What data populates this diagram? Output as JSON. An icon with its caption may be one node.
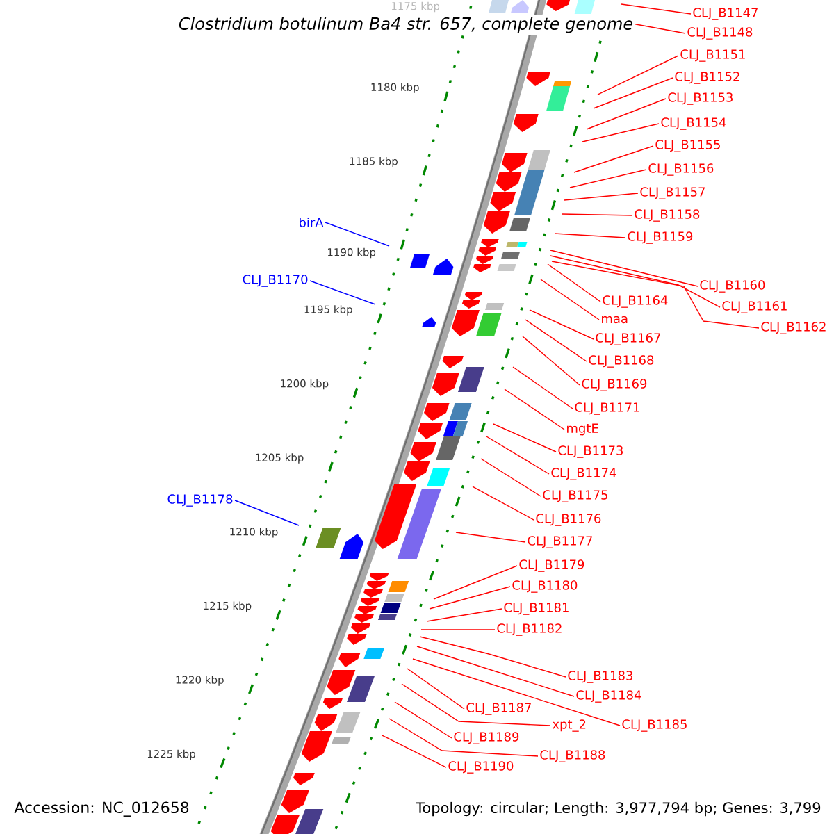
{
  "diagram": {
    "title": "Clostridium botulinum Ba4 str. 657, complete genome",
    "nodes": [
      {
        "text": [
          "CLJ_B1147"
        ]
      },
      {
        "text": [
          "CLJ_B1148"
        ]
      },
      {
        "text": [
          "CLJ_B1151"
        ]
      },
      {
        "text": [
          "CLJ_B1152"
        ]
      },
      {
        "text": [
          "CLJ_B1153"
        ]
      },
      {
        "text": [
          "CLJ_B1154"
        ]
      },
      {
        "text": [
          "CLJ_B1155"
        ]
      },
      {
        "text": [
          "CLJ_B1156"
        ]
      },
      {
        "text": [
          "CLJ_B1157"
        ]
      },
      {
        "text": [
          "CLJ_B1158"
        ]
      },
      {
        "text": [
          "CLJ_B1159"
        ]
      },
      {
        "text": [
          "birA"
        ]
      },
      {
        "text": [
          "CLJ_B1160"
        ]
      },
      {
        "text": [
          "CLJ_B1164"
        ]
      },
      {
        "text": [
          "CLJ_B1161"
        ]
      },
      {
        "text": [
          "CLJ_B1170"
        ]
      },
      {
        "text": [
          "maa"
        ]
      },
      {
        "text": [
          "CLJ_B1162"
        ]
      },
      {
        "text": [
          "CLJ_B1167"
        ]
      },
      {
        "text": [
          "CLJ_B1168"
        ]
      },
      {
        "text": [
          "CLJ_B1169"
        ]
      },
      {
        "text": [
          "CLJ_B1171"
        ]
      },
      {
        "text": [
          "mgtE"
        ]
      },
      {
        "text": [
          "CLJ_B1173"
        ]
      },
      {
        "text": [
          "CLJ_B1174"
        ]
      },
      {
        "text": [
          "CLJ_B1175"
        ]
      },
      {
        "text": [
          "CLJ_B1178"
        ]
      },
      {
        "text": [
          "CLJ_B1176"
        ]
      },
      {
        "text": [
          "CLJ_B1177"
        ]
      },
      {
        "text": [
          "CLJ_B1179"
        ]
      },
      {
        "text": [
          "CLJ_B1180"
        ]
      },
      {
        "text": [
          "CLJ_B1181"
        ]
      },
      {
        "text": [
          "CLJ_B1182"
        ]
      },
      {
        "text": [
          "CLJ_B1183"
        ]
      },
      {
        "text": [
          "CLJ_B1184"
        ]
      },
      {
        "text": [
          "CLJ_B1187"
        ]
      },
      {
        "text": [
          "xpt_2"
        ]
      },
      {
        "text": [
          "CLJ_B1185"
        ]
      },
      {
        "text": [
          "CLJ_B1188"
        ]
      },
      {
        "text": [
          "CLJ_B1189"
        ]
      },
      {
        "text": [
          "CLJ_B1190"
        ]
      }
    ],
    "edges": [
      {
        "from": 0,
        "to": null,
        "arrow": "none"
      },
      {
        "from": 1,
        "to": null,
        "arrow": "none"
      },
      {
        "from": 2,
        "to": null,
        "arrow": "none"
      },
      {
        "from": 3,
        "to": null,
        "arrow": "none"
      },
      {
        "from": 4,
        "to": null,
        "arrow": "none"
      },
      {
        "from": 5,
        "to": null,
        "arrow": "none"
      },
      {
        "from": 6,
        "to": null,
        "arrow": "none"
      },
      {
        "from": 7,
        "to": null,
        "arrow": "none"
      },
      {
        "from": 8,
        "to": null,
        "arrow": "none"
      },
      {
        "from": 9,
        "to": null,
        "arrow": "none"
      },
      {
        "from": 10,
        "to": null,
        "arrow": "none"
      },
      {
        "from": 11,
        "to": null,
        "arrow": "none",
        "color": "#0000ff"
      },
      {
        "from": 12,
        "to": null,
        "arrow": "none"
      },
      {
        "from": 13,
        "to": null,
        "arrow": "none"
      },
      {
        "from": 14,
        "to": null,
        "arrow": "none"
      },
      {
        "from": 15,
        "to": null,
        "arrow": "none",
        "color": "#0000ff"
      },
      {
        "from": 16,
        "to": null,
        "arrow": "none"
      },
      {
        "from": 17,
        "to": null,
        "arrow": "none"
      },
      {
        "from": 18,
        "to": null,
        "arrow": "none"
      },
      {
        "from": 19,
        "to": null,
        "arrow": "none"
      },
      {
        "from": 20,
        "to": null,
        "arrow": "none"
      },
      {
        "from": 21,
        "to": null,
        "arrow": "none"
      },
      {
        "from": 22,
        "to": null,
        "arrow": "none"
      },
      {
        "from": 23,
        "to": null,
        "arrow": "none"
      },
      {
        "from": 24,
        "to": null,
        "arrow": "none"
      },
      {
        "from": 25,
        "to": null,
        "arrow": "none"
      },
      {
        "from": 26,
        "to": null,
        "arrow": "none",
        "color": "#0000ff"
      },
      {
        "from": 27,
        "to": null,
        "arrow": "none"
      },
      {
        "from": 28,
        "to": null,
        "arrow": "none"
      },
      {
        "from": 29,
        "to": null,
        "arrow": "none"
      },
      {
        "from": 30,
        "to": null,
        "arrow": "none"
      },
      {
        "from": 31,
        "to": null,
        "arrow": "none"
      },
      {
        "from": 32,
        "to": null,
        "arrow": "none"
      },
      {
        "from": 33,
        "to": null,
        "arrow": "none"
      },
      {
        "from": 34,
        "to": null,
        "arrow": "none"
      },
      {
        "from": 35,
        "to": null,
        "arrow": "none"
      },
      {
        "from": 36,
        "to": null,
        "arrow": "none"
      },
      {
        "from": 37,
        "to": null,
        "arrow": "none"
      },
      {
        "from": 38,
        "to": null,
        "arrow": "none"
      },
      {
        "from": 39,
        "to": null,
        "arrow": "none"
      },
      {
        "from": 40,
        "to": null,
        "arrow": "none"
      }
    ],
    "labels": [
      "1175 kbp",
      "1180 kbp",
      "1185 kbp",
      "1190 kbp",
      "1195 kbp",
      "1200 kbp",
      "1205 kbp",
      "1210 kbp",
      "1215 kbp",
      "1220 kbp",
      "1225 kbp",
      "Accession: NC_012658",
      "Topology: circular; Length: 3,977,794 bp; Genes: 3,799"
    ]
  }
}
